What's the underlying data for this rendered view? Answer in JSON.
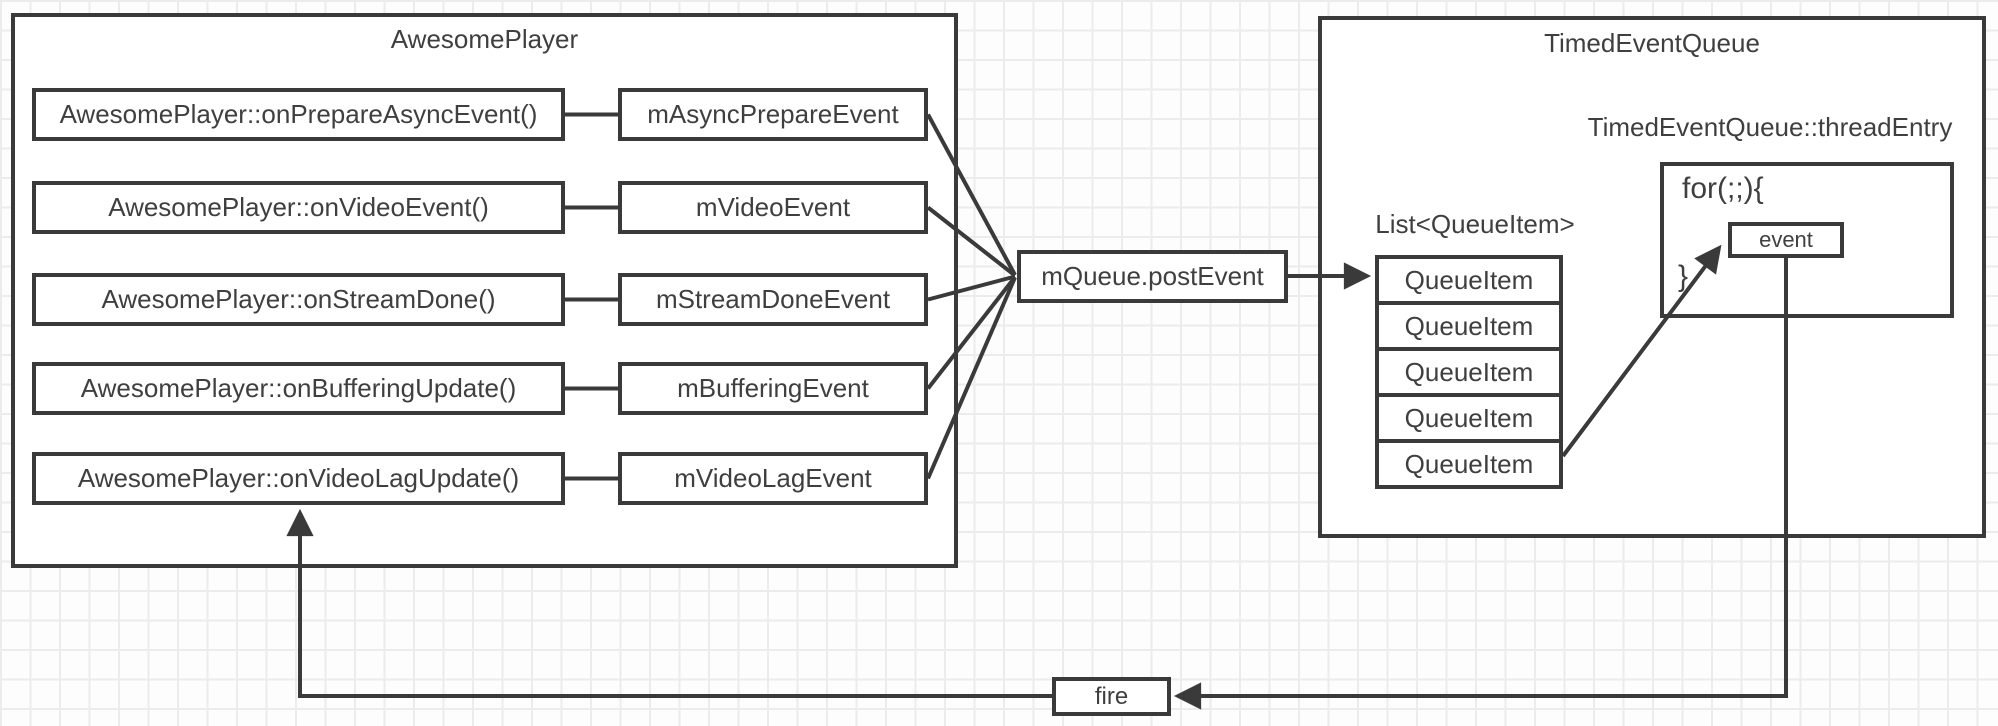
{
  "awesome_player": {
    "title": "AwesomePlayer",
    "rows": [
      {
        "method": "AwesomePlayer::onPrepareAsyncEvent()",
        "event": "mAsyncPrepareEvent"
      },
      {
        "method": "AwesomePlayer::onVideoEvent()",
        "event": "mVideoEvent"
      },
      {
        "method": "AwesomePlayer::onStreamDone()",
        "event": "mStreamDoneEvent"
      },
      {
        "method": "AwesomePlayer::onBufferingUpdate()",
        "event": "mBufferingEvent"
      },
      {
        "method": "AwesomePlayer::onVideoLagUpdate()",
        "event": "mVideoLagEvent"
      }
    ]
  },
  "mqueue": {
    "label": "mQueue.postEvent"
  },
  "timed_event_queue": {
    "title": "TimedEventQueue",
    "thread_entry": "TimedEventQueue::threadEntry",
    "list_label": "List<QueueItem>",
    "queue_items": [
      "QueueItem",
      "QueueItem",
      "QueueItem",
      "QueueItem",
      "QueueItem"
    ],
    "for_open": "for(;;){",
    "for_close": "}",
    "event_label": "event"
  },
  "fire": {
    "label": "fire"
  },
  "colors": {
    "stroke": "#3a3a3a",
    "text": "#3f3f3f",
    "grid": "#ececec",
    "background": "#fdfdfd"
  }
}
